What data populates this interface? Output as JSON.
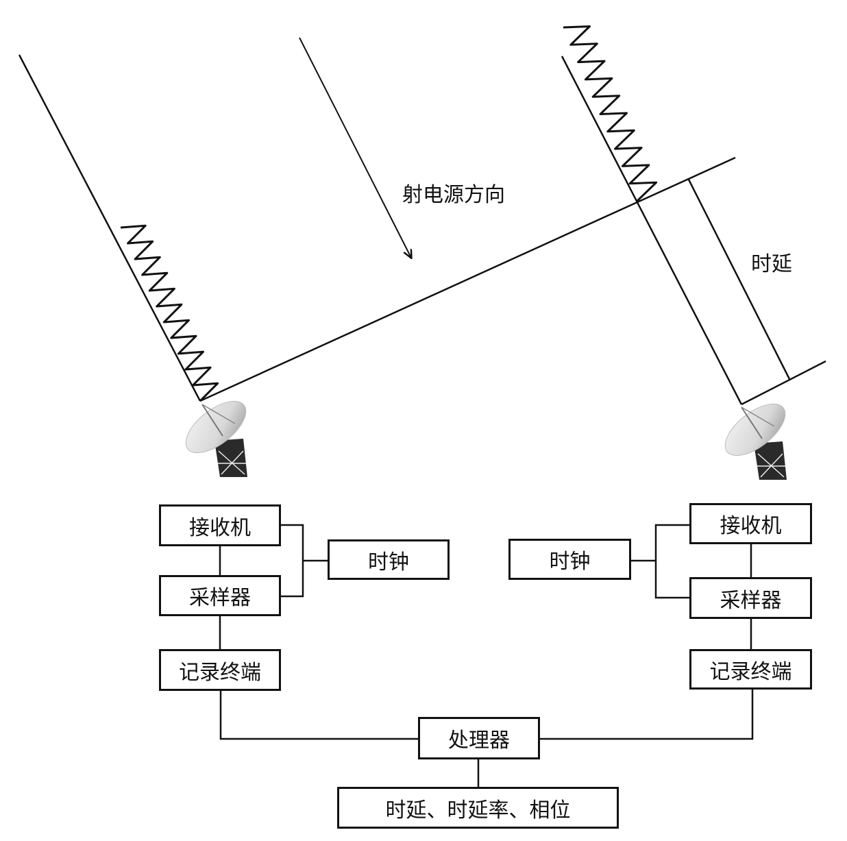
{
  "labels": {
    "source_direction": "射电源方向",
    "delay": "时延"
  },
  "left_station": {
    "receiver": "接收机",
    "sampler": "采样器",
    "recorder": "记录终端",
    "clock": "时钟"
  },
  "right_station": {
    "receiver": "接收机",
    "sampler": "采样器",
    "recorder": "记录终端",
    "clock": "时钟"
  },
  "processor": "处理器",
  "output": "时延、时延率、相位",
  "colors": {
    "line": "#111111",
    "background": "#ffffff"
  }
}
